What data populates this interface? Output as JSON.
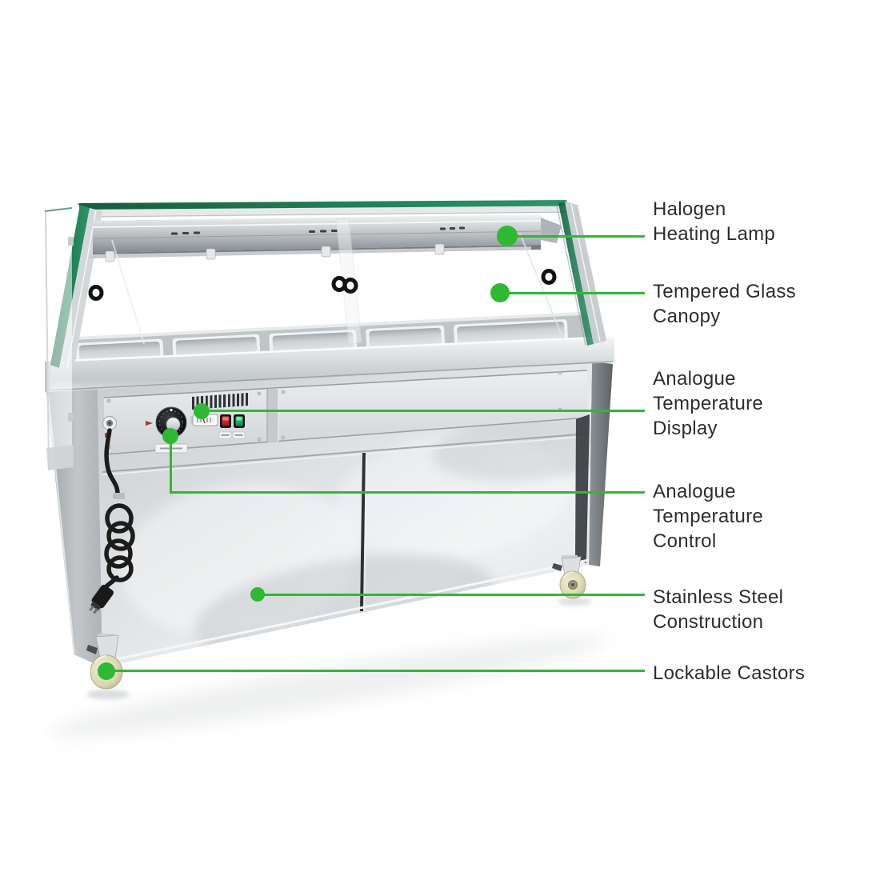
{
  "colors": {
    "accent": "#2eb932",
    "label_text": "#2d2d2d",
    "glass_edge_green": "#1f7d55",
    "stainless_steel": "#d9dcde"
  },
  "callouts": [
    {
      "id": "halogen-heating-lamp",
      "lines": [
        "Halogen",
        "Heating Lamp"
      ]
    },
    {
      "id": "tempered-glass-canopy",
      "lines": [
        "Tempered Glass",
        "Canopy"
      ]
    },
    {
      "id": "analogue-temperature-display",
      "lines": [
        "Analogue",
        "Temperature",
        "Display"
      ]
    },
    {
      "id": "analogue-temperature-control",
      "lines": [
        "Analogue",
        "Temperature",
        "Control"
      ]
    },
    {
      "id": "stainless-steel-construction",
      "lines": [
        "Stainless Steel",
        "Construction"
      ]
    },
    {
      "id": "lockable-castors",
      "lines": [
        "Lockable Castors"
      ]
    }
  ]
}
